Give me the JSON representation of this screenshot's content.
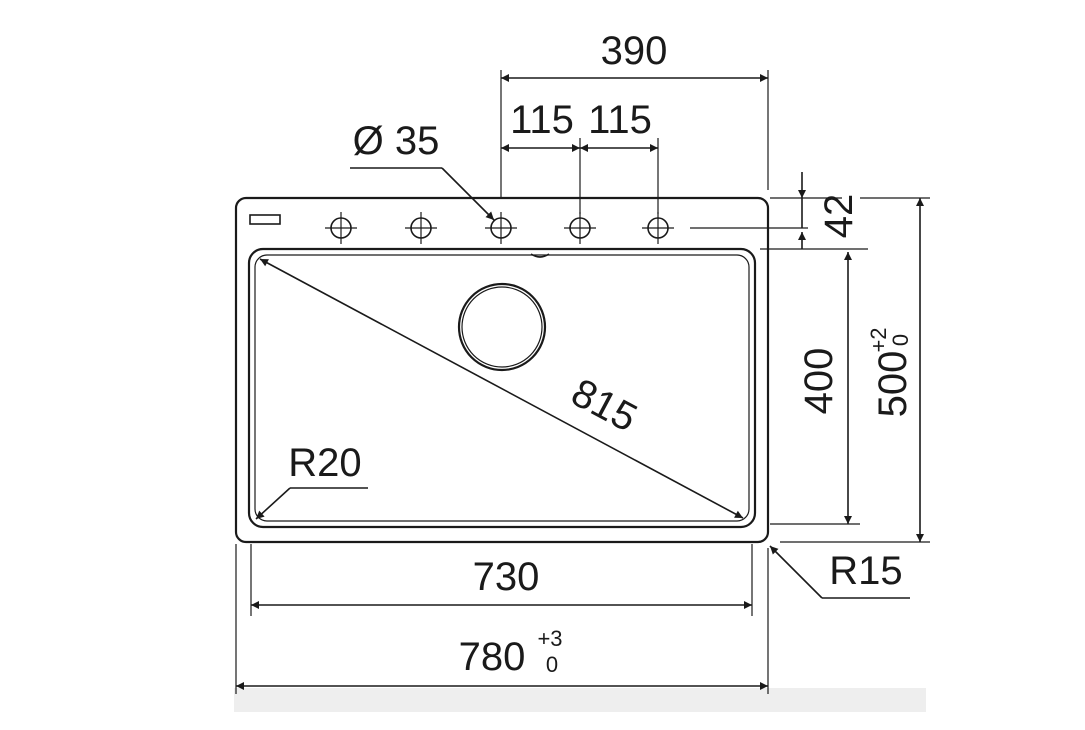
{
  "dimensions": {
    "total_width": {
      "value": "780",
      "tol_upper": "+3",
      "tol_lower": "0"
    },
    "bowl_width": "730",
    "tap_span": "390",
    "tap_pitch_left": "115",
    "tap_pitch_right": "115",
    "hole_diameter": "Ø 35",
    "tap_ledge": "42",
    "bowl_depth": "400",
    "total_depth": {
      "value": "500",
      "tol_upper": "+2",
      "tol_lower": "0"
    },
    "diagonal": "815",
    "inner_radius": "R20",
    "outer_radius": "R15"
  },
  "colors": {
    "line": "#1a1a1a",
    "background": "#ffffff",
    "floor_shadow": "#e6e6e6"
  }
}
